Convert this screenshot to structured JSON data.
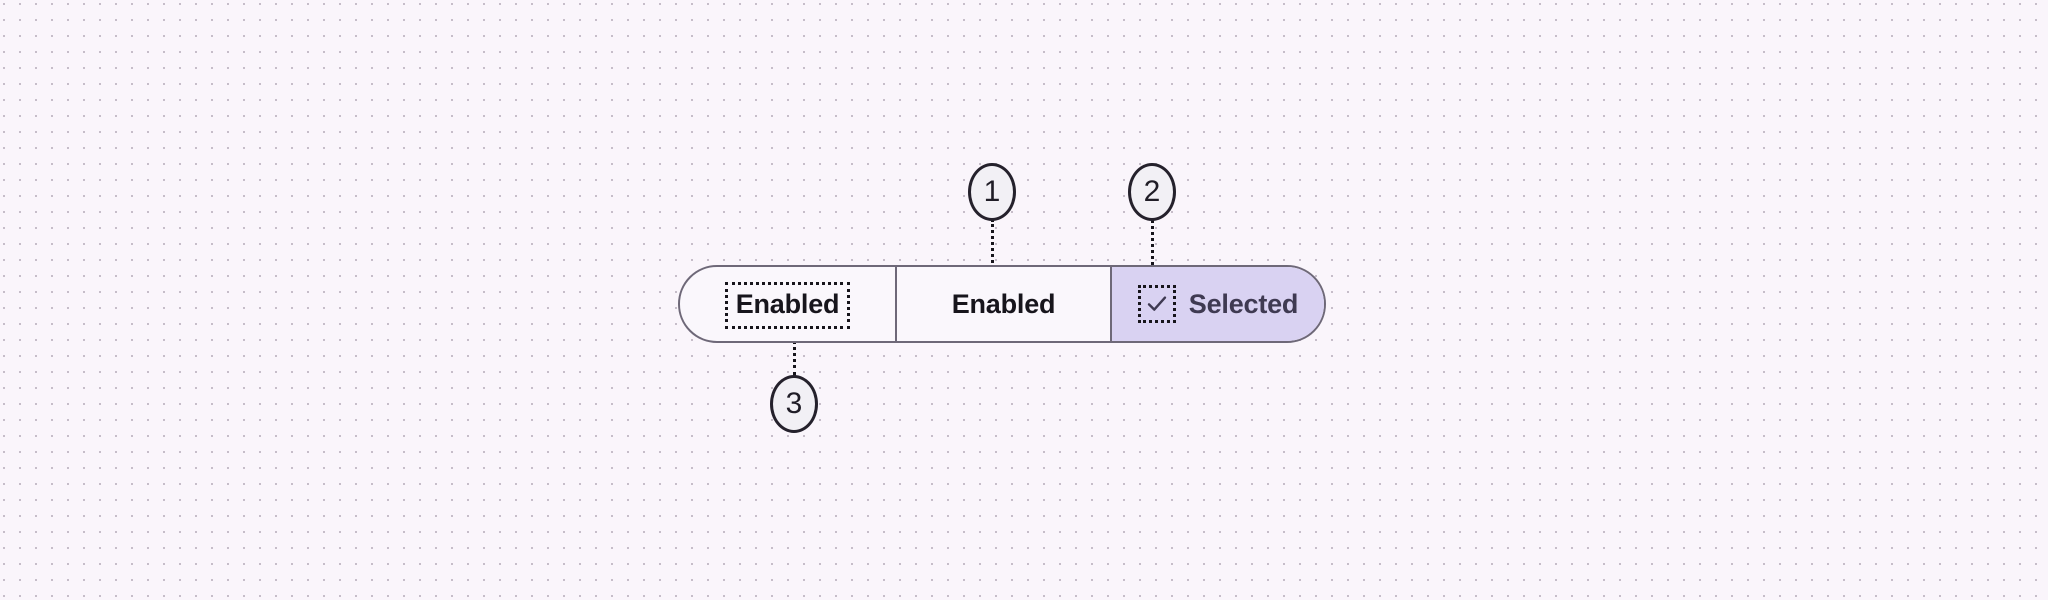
{
  "canvas": {
    "background_color": "#faf5fb",
    "dot_color": "#c6bdc9"
  },
  "segmented_control": {
    "border_color": "#6e6878",
    "track_color": "#faf7fc",
    "selected_fill": "#d9d2f2",
    "segments": [
      {
        "id": "segment-enabled-focused",
        "label": "Enabled",
        "state": "enabled",
        "focused": true,
        "selected": false,
        "has_checkbox": false
      },
      {
        "id": "segment-enabled",
        "label": "Enabled",
        "state": "enabled",
        "focused": false,
        "selected": false,
        "has_checkbox": false
      },
      {
        "id": "segment-selected",
        "label": "Selected",
        "state": "selected",
        "focused": true,
        "selected": true,
        "has_checkbox": true,
        "checkbox_icon": "check-icon"
      }
    ]
  },
  "callouts": [
    {
      "id": "callout-1",
      "number": "1",
      "target": "segment-enabled",
      "position": "above"
    },
    {
      "id": "callout-2",
      "number": "2",
      "target": "segment-selected-checkbox",
      "position": "above"
    },
    {
      "id": "callout-3",
      "number": "3",
      "target": "segment-enabled-focused",
      "position": "below"
    }
  ]
}
